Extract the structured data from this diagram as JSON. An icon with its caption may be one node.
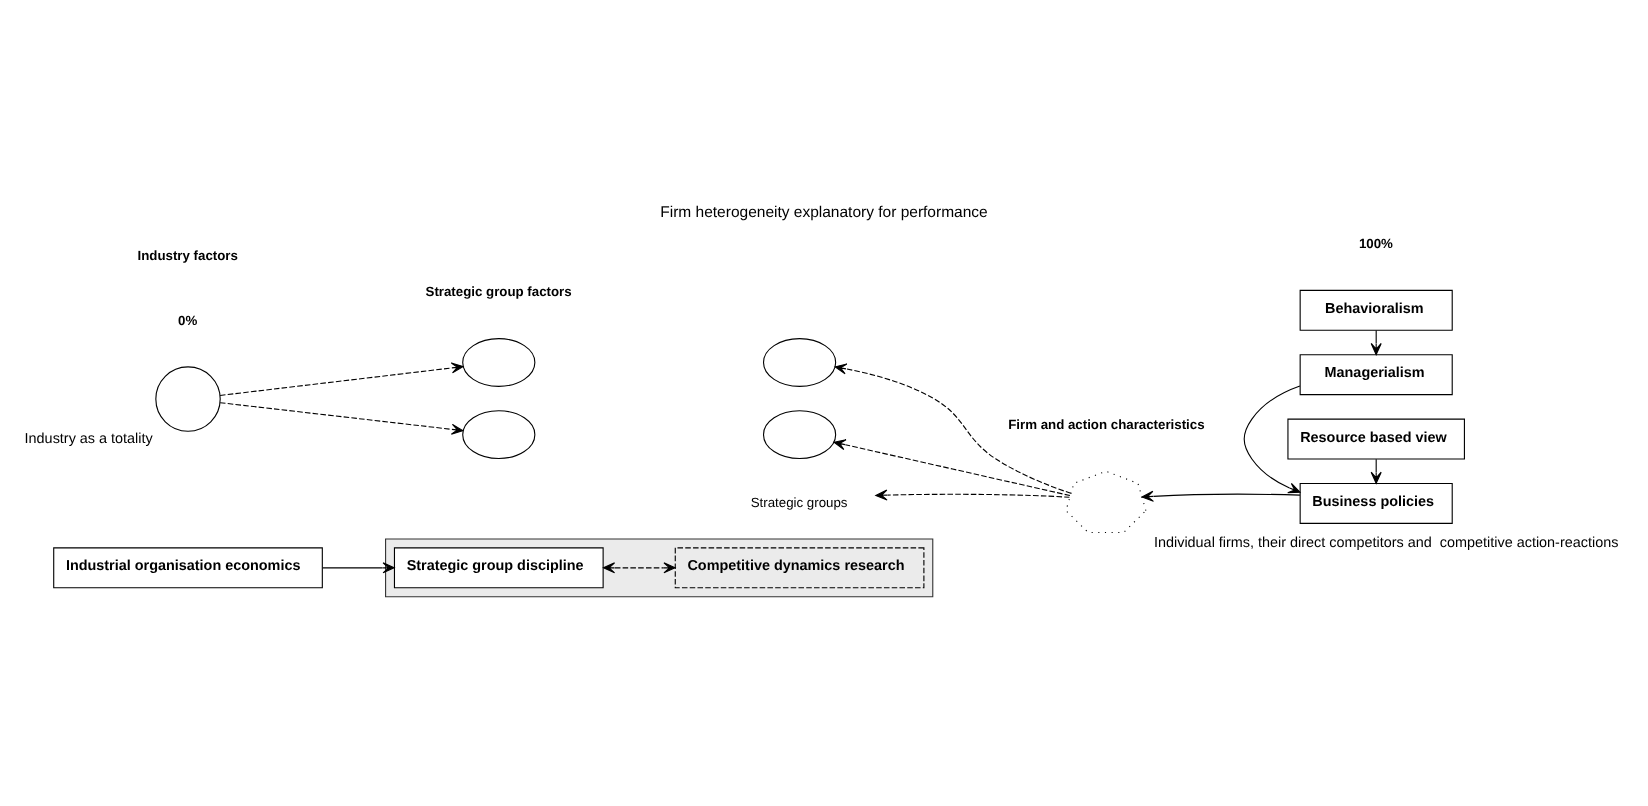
{
  "diagram": {
    "title": "Firm heterogeneity explanatory for performance",
    "nodes": [
      {
        "text": [
          "Industrial organisation economics"
        ]
      },
      {
        "text": [],
        "shape": "box"
      },
      {
        "text": [
          "Strategic group discipline"
        ],
        "in": 1
      },
      {
        "text": [
          "Competitive dynamics research"
        ],
        "in": 1
      },
      {
        "text": [],
        "shape": "circle",
        "beside": [
          "Industry as a totality"
        ]
      },
      {
        "text": [],
        "shape": "ellipse"
      },
      {
        "text": [],
        "shape": "ellipse"
      },
      {
        "text": [
          "Strategic groups"
        ]
      },
      {
        "text": [],
        "shape": "ellipse"
      },
      {
        "text": [],
        "shape": "ellipse"
      },
      {
        "text": [],
        "shape": "network",
        "beside": [
          "Individual firms, their direct competitors and  competitive action-reactions"
        ]
      },
      {
        "text": [
          "Behavioralism"
        ]
      },
      {
        "text": [
          "Managerialism"
        ]
      },
      {
        "text": [
          "Business policies"
        ]
      },
      {
        "text": [
          "Resource based view"
        ]
      }
    ],
    "edges": [
      {
        "from": 0,
        "to": 2,
        "arrow": "to"
      },
      {
        "from": 2,
        "to": 3,
        "arrow": "both",
        "style": "dashed"
      },
      {
        "from": 4,
        "to": 5,
        "arrow": "to",
        "style": "dashed"
      },
      {
        "from": 4,
        "to": 8,
        "arrow": "to",
        "style": "dashed"
      },
      {
        "from": 10,
        "to": 6,
        "arrow": "to",
        "style": "dashed"
      },
      {
        "from": 10,
        "to": 7,
        "arrow": "to",
        "style": "dashed"
      },
      {
        "from": 10,
        "to": 9,
        "arrow": "to",
        "style": "dashed"
      },
      {
        "from": 13,
        "to": 10,
        "arrow": "to"
      },
      {
        "from": 11,
        "to": 12,
        "arrow": "to"
      },
      {
        "from": 12,
        "to": 13,
        "arrow": "to"
      },
      {
        "from": 14,
        "to": 13,
        "arrow": "to"
      }
    ],
    "labels": [
      "0%",
      "100%",
      "Industry factors",
      "Strategic group factors",
      "Firm and action characteristics"
    ]
  }
}
